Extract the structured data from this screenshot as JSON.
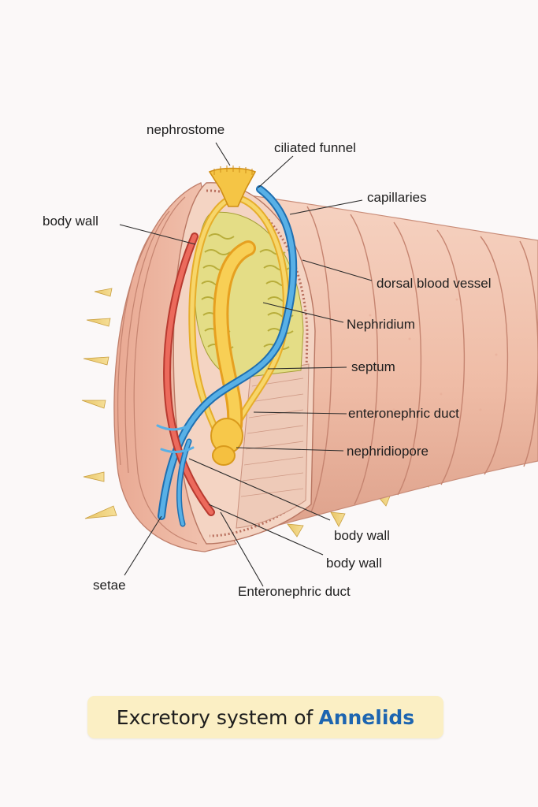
{
  "labels": {
    "nephrostome": "nephrostome",
    "ciliated_funnel": "ciliated  funnel",
    "capillaries": "capillaries",
    "body_wall_top": "body wall",
    "dorsal_blood_vessel": "dorsal blood vessel",
    "nephridium": "Nephridium",
    "septum": "septum",
    "enteronephric_duct": "enteronephric duct",
    "nephridiopore": "nephridiopore",
    "body_wall_1": "body wall",
    "body_wall_2": "body wall",
    "enteronephric_duct_2": "Enteronephric duct",
    "setae": "setae"
  },
  "caption": {
    "prefix": "Excretory system of",
    "highlight": "Annelids"
  },
  "colors": {
    "body": "#f1c3ae",
    "segment_line": "#c98a78",
    "nephridium": "#f2c94c",
    "blood_red": "#e0564a",
    "blood_blue": "#3d9ad8",
    "gland_green": "#d6cf63",
    "caption_bg": "#fbefc4",
    "accent": "#1d65b0"
  }
}
